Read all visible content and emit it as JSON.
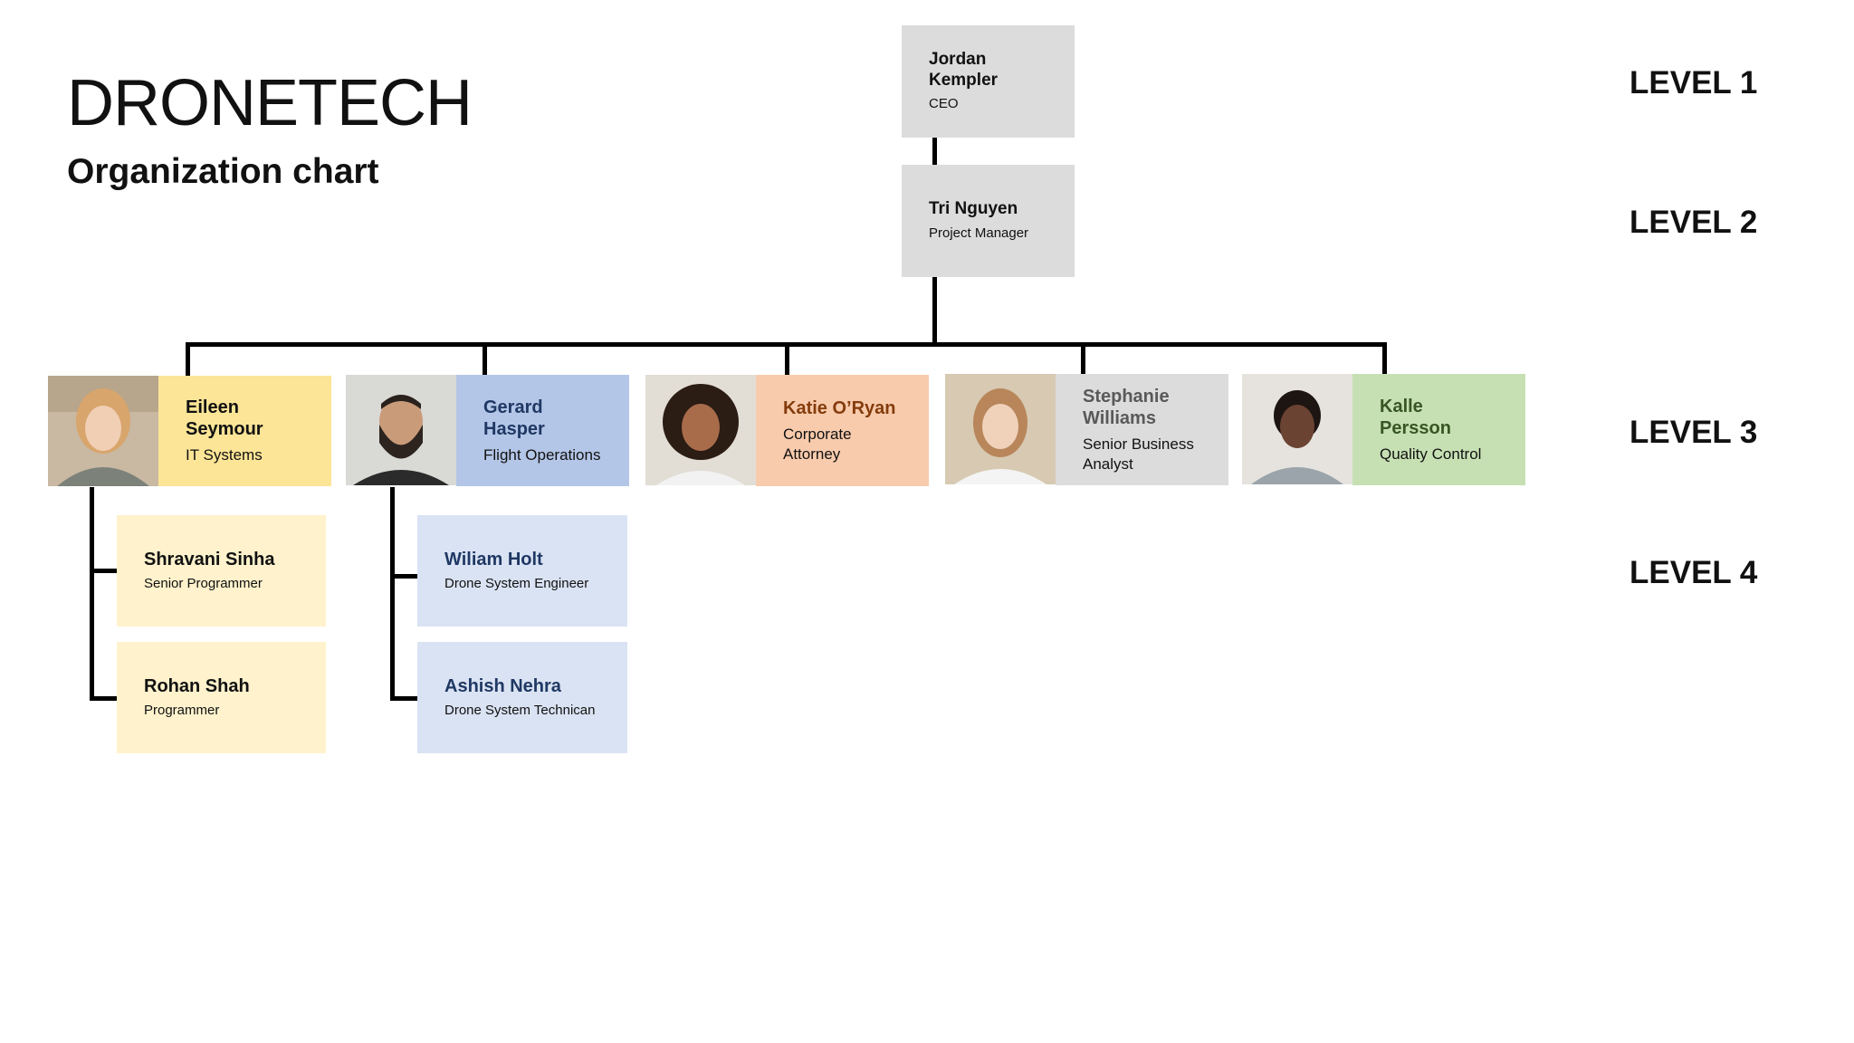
{
  "header": {
    "title": "DRONETECH",
    "subtitle": "Organization chart"
  },
  "levels": [
    "LEVEL 1",
    "LEVEL 2",
    "LEVEL 3",
    "LEVEL 4"
  ],
  "colors": {
    "gray": "#dcdcdc",
    "yellow": "#fde597",
    "blue": "#b4c6e7",
    "peach": "#f8cbad",
    "green": "#c6e0b4",
    "light_yellow": "#fff2cc",
    "light_blue": "#dae3f3"
  },
  "level1": {
    "name": "Jordan Kempler",
    "role": "CEO"
  },
  "level2": {
    "name": "Tri Nguyen",
    "role": "Project Manager"
  },
  "level3": [
    {
      "name": "Eileen Seymour",
      "role": "IT Systems",
      "photo_icon": "person-photo-icon"
    },
    {
      "name": "Gerard Hasper",
      "role": "Flight Operations",
      "photo_icon": "person-photo-icon"
    },
    {
      "name": "Katie O’Ryan",
      "role": "Corporate Attorney",
      "photo_icon": "person-photo-icon"
    },
    {
      "name": "Stephanie Williams",
      "role": "Senior Business Analyst",
      "photo_icon": "person-photo-icon"
    },
    {
      "name": "Kalle Persson",
      "role": "Quality Control",
      "photo_icon": "person-photo-icon"
    }
  ],
  "level4": {
    "eileen_team": [
      {
        "name": "Shravani Sinha",
        "role": "Senior Programmer"
      },
      {
        "name": "Rohan Shah",
        "role": "Programmer"
      }
    ],
    "gerard_team": [
      {
        "name": "Wiliam Holt",
        "role": "Drone System Engineer"
      },
      {
        "name": "Ashish Nehra",
        "role": "Drone System Technican"
      }
    ]
  }
}
